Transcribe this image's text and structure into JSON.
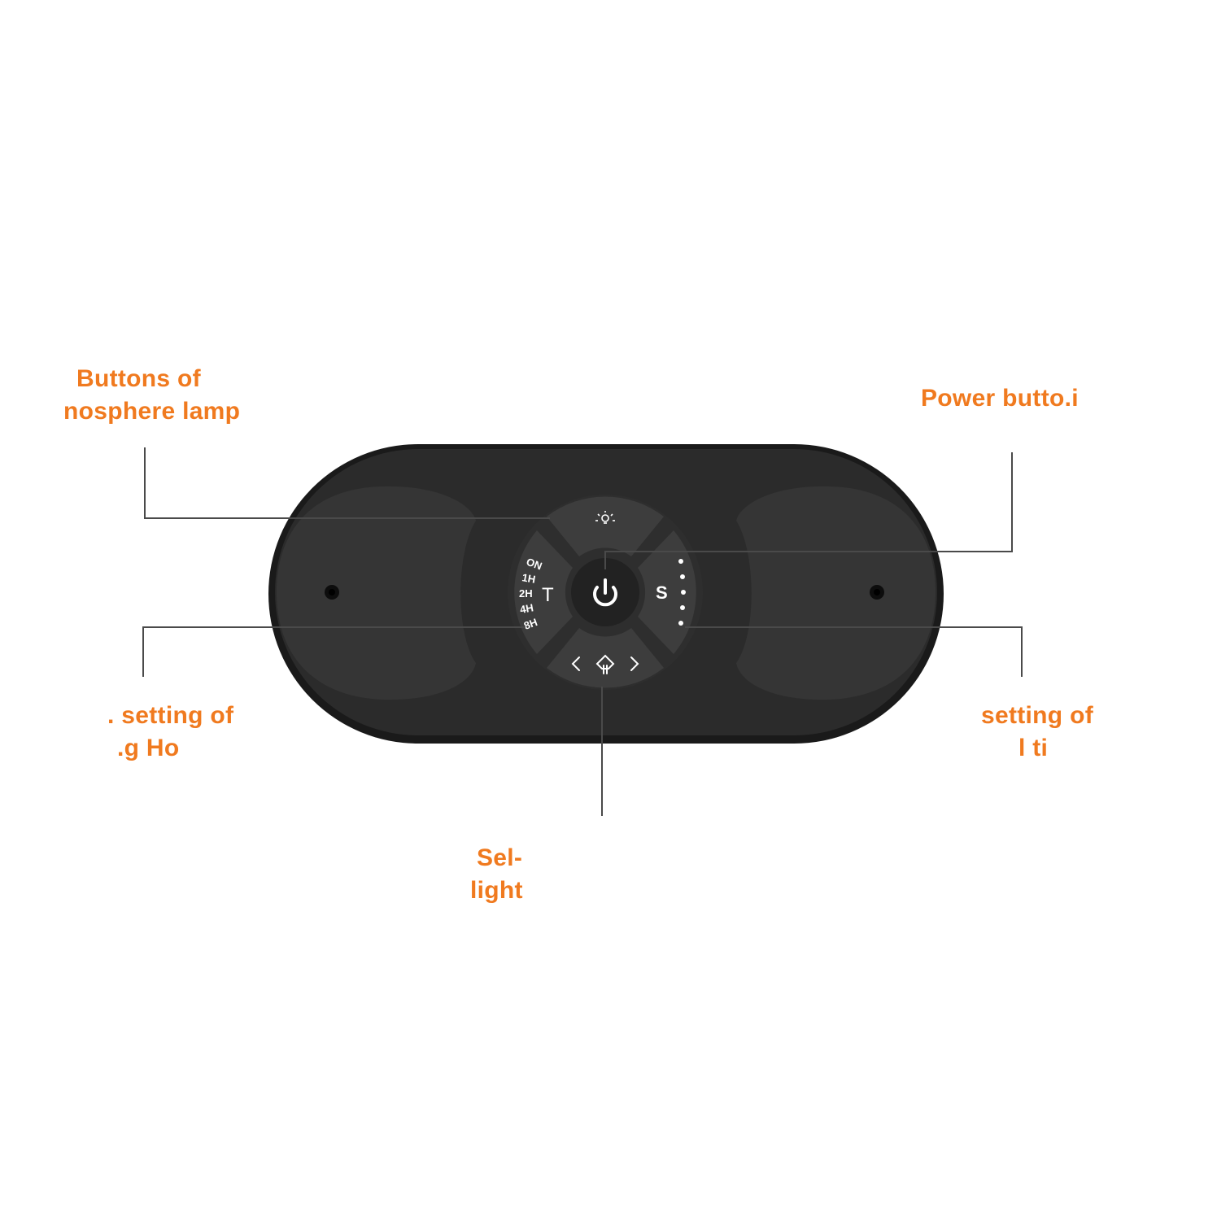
{
  "colors": {
    "callout_text": "#f07a1f",
    "leader_line": "#4a4a4a",
    "device_body": "#2a2a2a",
    "device_edge": "#151515",
    "pad": "#343434",
    "control_ring": "#3b3b3b",
    "key_symbol": "#ffffff"
  },
  "callouts": {
    "lamp": {
      "line1": "Buttons of",
      "line2": "nosphere lamp"
    },
    "power": {
      "line1": "Power butto.i"
    },
    "timer": {
      "line1": ". setting of",
      "line2": ".g Ho"
    },
    "speed": {
      "line1": "setting of",
      "line2": "l ti"
    },
    "light": {
      "line1": "Sel-",
      "line2": "light"
    }
  },
  "device": {
    "timer_key": {
      "options": [
        "ON",
        "1H",
        "2H",
        "4H",
        "8H"
      ],
      "letter": "T"
    },
    "speed_key": {
      "letter": "S",
      "level_dots": 5
    },
    "icons": {
      "top_key": "bulb-icon",
      "center_key": "power-icon",
      "bottom_key_left": "chevron-left-icon",
      "bottom_key_center": "light-scene-icon",
      "bottom_key_right": "chevron-right-icon"
    }
  }
}
